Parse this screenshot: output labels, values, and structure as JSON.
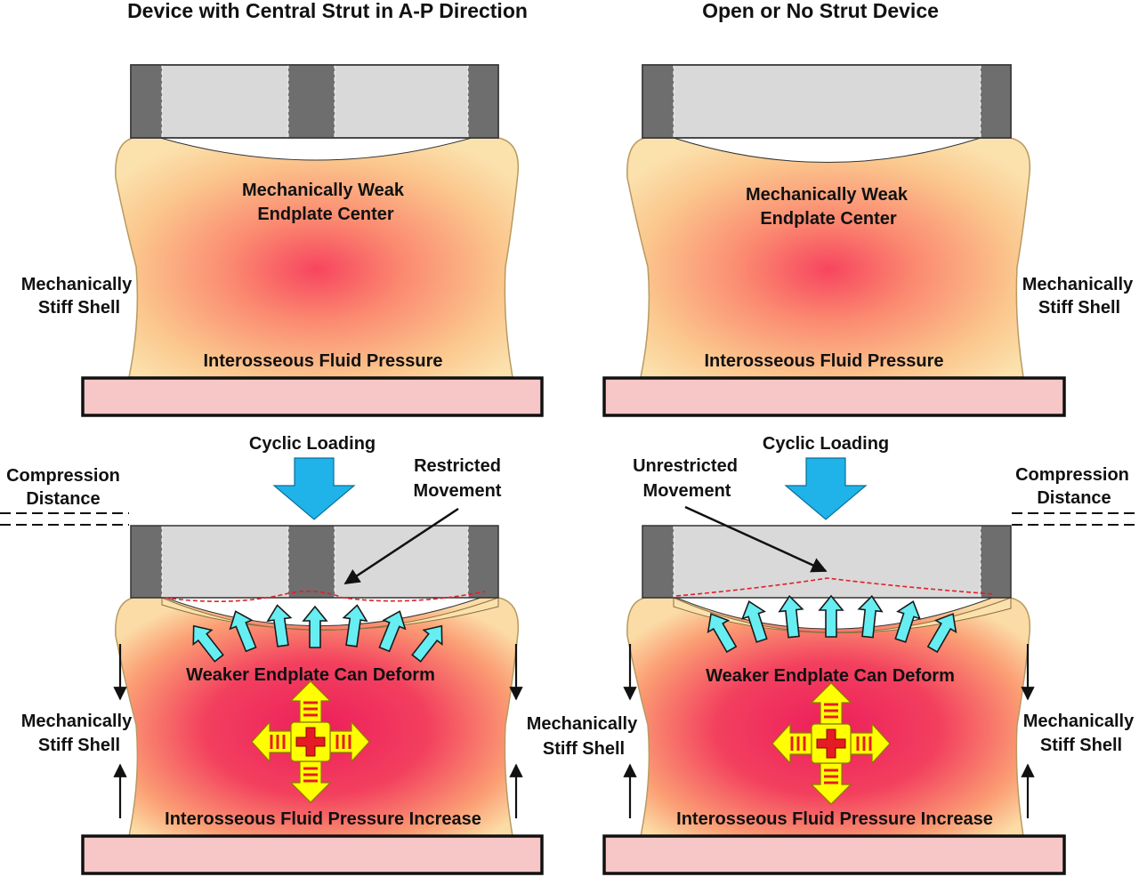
{
  "titles": {
    "left": "Device with Central Strut in A-P Direction",
    "right": "Open or No Strut Device"
  },
  "labels": {
    "weak_line1": "Mechanically Weak",
    "weak_line2": "Endplate Center",
    "stiff_line1": "Mechanically",
    "stiff_line2": "Stiff Shell",
    "fluid_pressure": "Interosseous Fluid Pressure",
    "fluid_pressure_increase": "Interosseous Fluid Pressure Increase",
    "cyclic_loading": "Cyclic Loading",
    "compression_line1": "Compression",
    "compression_line2": "Distance",
    "restricted_line1": "Restricted",
    "restricted_line2": "Movement",
    "unrestricted_line1": "Unrestricted",
    "unrestricted_line2": "Movement",
    "weaker_deform": "Weaker Endplate Can Deform"
  },
  "colors": {
    "device_dark": "#6e6e6e",
    "device_light": "#d9d9d9",
    "plate_fill": "#f7c6c6",
    "bone_edge": "#fbe3b0",
    "bone_mid": "#fba070",
    "bone_hot": "#f5305c",
    "load_arrow": "#1fb3ea",
    "pressure_arrow": "#66eef2",
    "burst_yellow": "#ffff00",
    "burst_red": "#e51c23",
    "deform_line": "#e0202a"
  }
}
